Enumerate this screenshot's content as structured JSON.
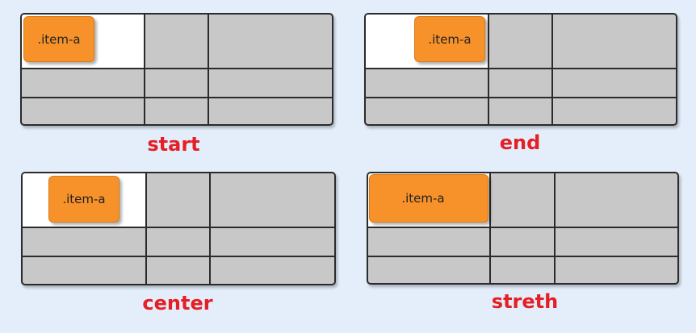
{
  "panels": [
    {
      "item_label": ".item-a",
      "caption": "start"
    },
    {
      "item_label": ".item-a",
      "caption": "end"
    },
    {
      "item_label": ".item-a",
      "caption": "center"
    },
    {
      "item_label": ".item-a",
      "caption": "streth"
    }
  ],
  "colors": {
    "background": "#e3eefa",
    "grid_cell": "#c8c8c8",
    "item": "#f7922a",
    "caption": "#e41f26"
  }
}
